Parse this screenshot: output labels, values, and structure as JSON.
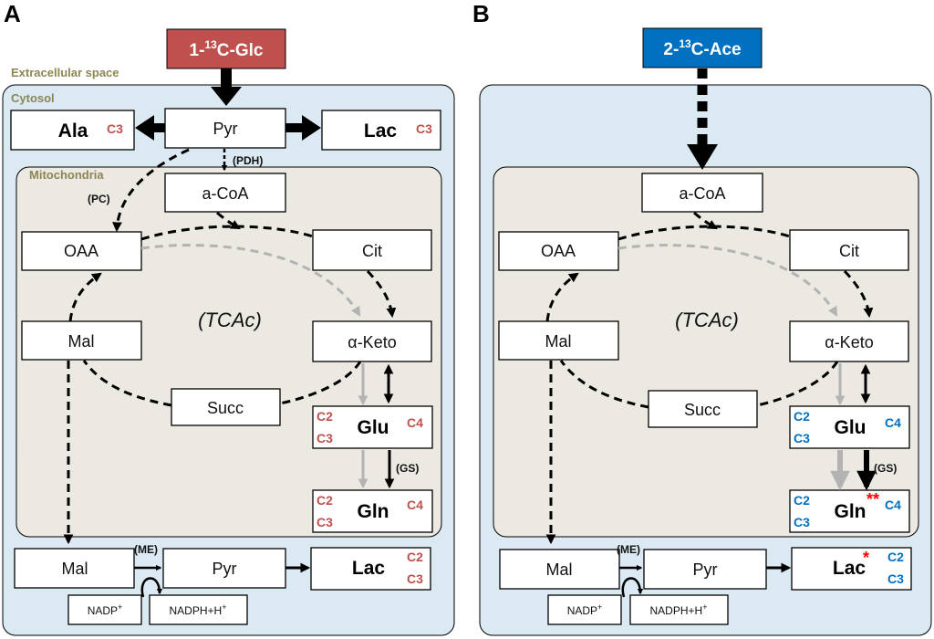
{
  "colors": {
    "glc": "#c0504d",
    "ace": "#0070c0",
    "cytosol": "#dbe9f3",
    "mito": "#ebe9e2",
    "compartment_text": "#8c8655",
    "gray_arrow": "#b3b3b3",
    "star": "#ff0000"
  },
  "panel_a": {
    "letter": "A",
    "source": {
      "main": "1-",
      "sup": "13",
      "rest": "C-Glc"
    },
    "compartments": {
      "extracellular": "Extracellular space",
      "cytosol": "Cytosol",
      "mitochondria": "Mitochondria"
    },
    "nodes": {
      "ala": "Ala",
      "pyr": "Pyr",
      "lac": "Lac",
      "acoa": "a-CoA",
      "oaa": "OAA",
      "cit": "Cit",
      "mal": "Mal",
      "aketo": "α-Keto",
      "succ": "Succ",
      "glu": "Glu",
      "gln": "Gln",
      "mal2": "Mal",
      "pyr2": "Pyr",
      "lac2": "Lac",
      "tca": "(TCAc)"
    },
    "enzymes": {
      "pdh": "(PDH)",
      "pc": "(PC)",
      "gs": "(GS)",
      "me": "(ME)"
    },
    "cofactors": {
      "nadp_base": "NADP",
      "nadp_sup": "+",
      "nadph_base": "NADPH+H",
      "nadph_sup": "+"
    },
    "labels": {
      "ala": "C3",
      "lac": "C3",
      "glu_left": [
        "C2",
        "C3"
      ],
      "glu_right": "C4",
      "gln_left": [
        "C2",
        "C3"
      ],
      "gln_right": "C4",
      "lac2": [
        "C2",
        "C3"
      ]
    }
  },
  "panel_b": {
    "letter": "B",
    "source": {
      "main": "2-",
      "sup": "13",
      "rest": "C-Ace"
    },
    "nodes": {
      "acoa": "a-CoA",
      "oaa": "OAA",
      "cit": "Cit",
      "mal": "Mal",
      "aketo": "α-Keto",
      "succ": "Succ",
      "glu": "Glu",
      "gln": "Gln",
      "mal2": "Mal",
      "pyr2": "Pyr",
      "lac2": "Lac",
      "tca": "(TCAc)"
    },
    "enzymes": {
      "gs": "(GS)",
      "me": "(ME)"
    },
    "cofactors": {
      "nadp_base": "NADP",
      "nadp_sup": "+",
      "nadph_base": "NADPH+H",
      "nadph_sup": "+"
    },
    "labels": {
      "glu_left": [
        "C2",
        "C3"
      ],
      "glu_right": "C4",
      "gln_left": [
        "C2",
        "C3"
      ],
      "gln_right": "C4",
      "lac2": [
        "C2",
        "C3"
      ],
      "gln_star": "**",
      "lac_star": "*"
    }
  }
}
